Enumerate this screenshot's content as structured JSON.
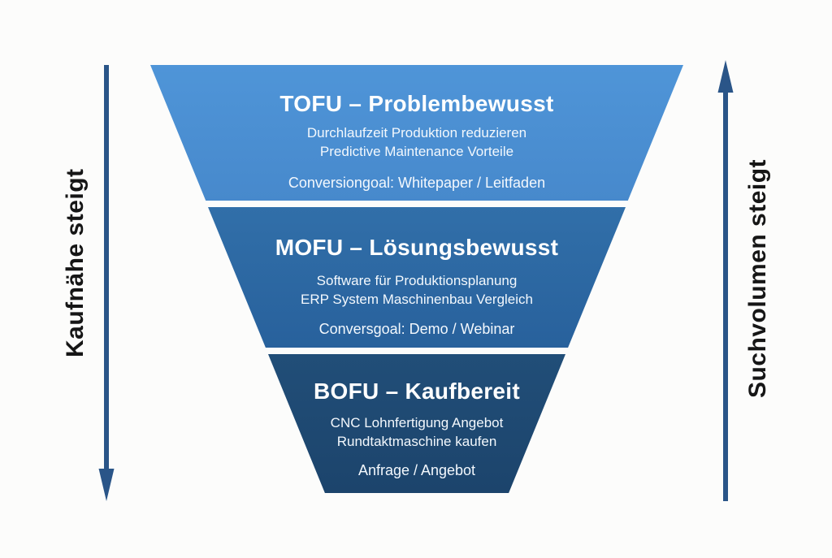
{
  "diagram": {
    "type": "marketing-funnel",
    "background": "#fcfcfb"
  },
  "left_axis": {
    "label": "Kaufnähe steigt",
    "direction": "down",
    "arrow_color": "#2a5588"
  },
  "right_axis": {
    "label": "Suchvolumen steigt",
    "direction": "up",
    "arrow_color": "#2a5588"
  },
  "colors": {
    "tofu": "#4a90d4",
    "mofu": "#2d6ba6",
    "bofu": "#1f4a73",
    "arrow": "#2a5588",
    "text_on_funnel": "#ffffff",
    "side_label_text": "#161616"
  },
  "funnel": {
    "segments": [
      {
        "id": "tofu",
        "title": "TOFU – Problembewusst",
        "keywords": [
          "Durchlaufzeit Produktion reduzieren",
          "Predictive Maintenance Vorteile"
        ],
        "conversion": "Conversiongoal: Whitepaper / Leitfaden",
        "color": "#4a90d4"
      },
      {
        "id": "mofu",
        "title": "MOFU – Lösungsbewusst",
        "keywords": [
          "Software für Produktionsplanung",
          "ERP System Maschinenbau Vergleich"
        ],
        "conversion": "Conversgoal: Demo / Webinar",
        "color": "#2d6ba6"
      },
      {
        "id": "bofu",
        "title": "BOFU – Kaufbereit",
        "keywords": [
          "CNC Lohnfertigung Angebot",
          "Rundtaktmaschine kaufen"
        ],
        "conversion": "Anfrage / Angebot",
        "color": "#1f4a73"
      }
    ]
  }
}
